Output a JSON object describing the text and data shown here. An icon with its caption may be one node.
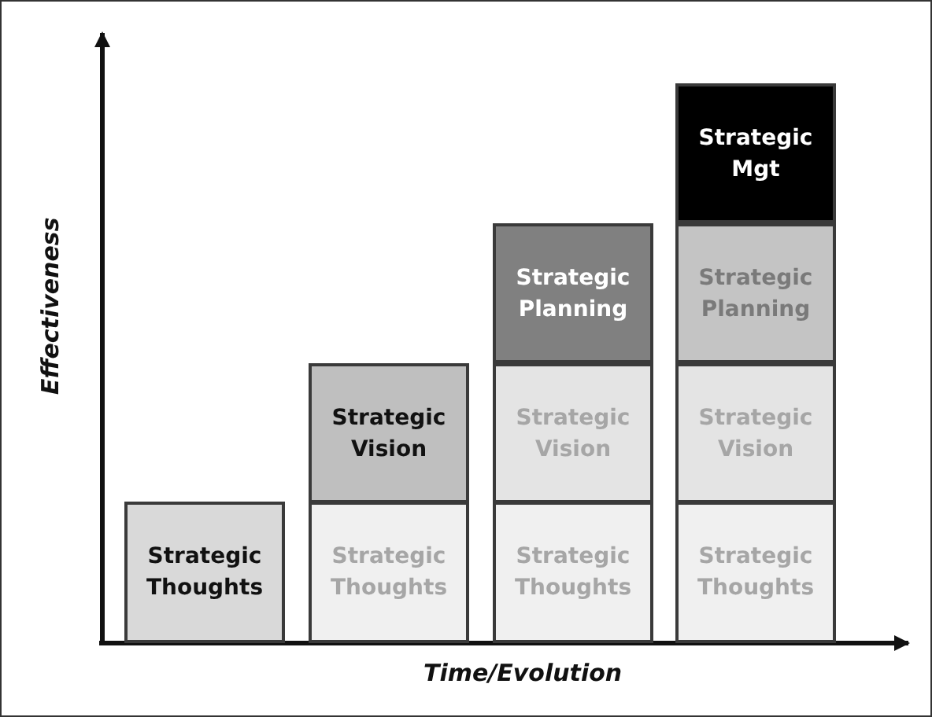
{
  "diagram": {
    "nodes": [
      {
        "text": [
          "Strategic Mgt"
        ]
      },
      {
        "text": [
          "Strategic Planning"
        ]
      },
      {
        "text": [
          "Strategic Planning"
        ]
      },
      {
        "text": [
          "Strategic Vision"
        ]
      },
      {
        "text": [
          "Strategic Vision"
        ]
      },
      {
        "text": [
          "Strategic Vision"
        ]
      },
      {
        "text": [
          "Strategic Thoughts"
        ]
      },
      {
        "text": [
          "Strategic Thoughts"
        ]
      },
      {
        "text": [
          "Strategic Thoughts"
        ]
      },
      {
        "text": [
          "Strategic Thoughts"
        ]
      }
    ],
    "edges": [],
    "labels": [
      "Effectiveness",
      "Time/Evolution"
    ]
  }
}
